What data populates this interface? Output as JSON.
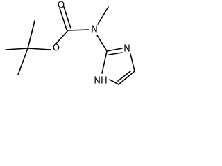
{
  "molecule": {
    "atoms": {
      "carbonyl_oxygen": "O",
      "ester_oxygen": "O",
      "amine_nitrogen": "N",
      "imidazole_nitrogen": "N",
      "imidazole_nh": "NH"
    },
    "colors": {
      "bond": "#000000",
      "label": "#000000",
      "background": "#ffffff"
    }
  }
}
